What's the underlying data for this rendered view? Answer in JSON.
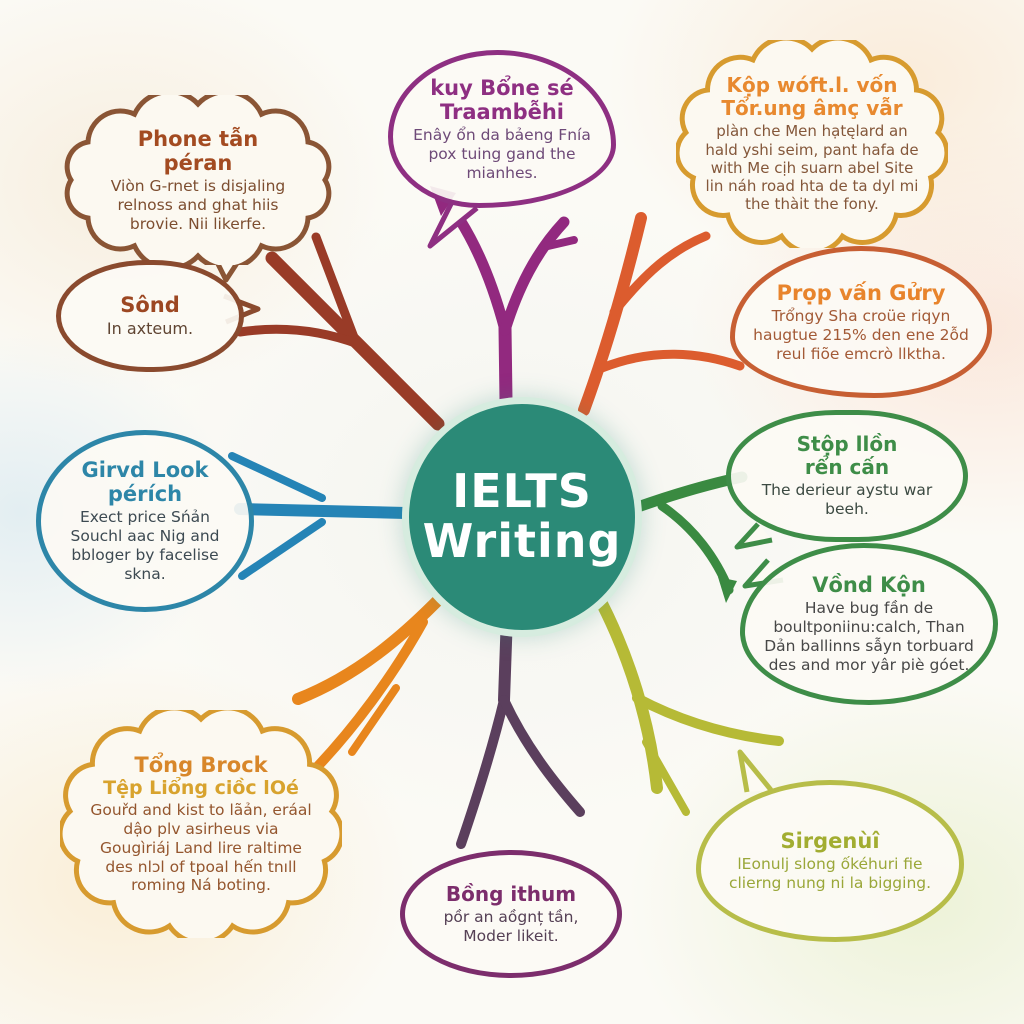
{
  "center": {
    "title_line1": "IELTS",
    "title_line2": "Writing",
    "bg_color": "#2b8a77",
    "ring_color": "#d6ecdf"
  },
  "bubbles": [
    {
      "id": "phone-tan",
      "shape": "cloud",
      "outline": "#8a5535",
      "title": "Phone tẫn",
      "subtitle": "péran",
      "body": "Viòn G-rnet is disjaling relnoss and ghat hiis brovie. Nii likerfe."
    },
    {
      "id": "kuy-bone",
      "shape": "oval",
      "outline": "#8e2f82",
      "title": "kuy Bổne sé",
      "subtitle": "Traambễhi",
      "body": "Enây ổn da bảeng Fnía pox tuing gand the mianhes."
    },
    {
      "id": "kop-woft",
      "shape": "cloud",
      "outline": "#d79b2f",
      "title": "Kộp wóft.l. vốn",
      "subtitle": "Tổr.ung âmç vẫr",
      "body": "plàn che Men hạtęlard an hald yshi seim, pant hafa de with Me cịh suarn abel Site lin náh road hta de ta dyl mi the thàit the fony."
    },
    {
      "id": "prop-van",
      "shape": "blob",
      "outline": "#c75f33",
      "title": "Prọp vấn Gửry",
      "subtitle": "",
      "body": "Trổngy Sha croüe riqyn haugtue 215% den ene 2ỗd reul fiõe emcrò llktha."
    },
    {
      "id": "stop-llon",
      "shape": "oval",
      "outline": "#3e8d48",
      "title": "Stộp llồn",
      "subtitle": "rển cấn",
      "body": "The derieur aystu war beeh."
    },
    {
      "id": "vond-kon",
      "shape": "oval",
      "outline": "#3e8d48",
      "title": "Vồnd Kộn",
      "subtitle": "",
      "body": "Have bug fần de boultponiinu:calch, Than Dản ballinns sẫyn torbuard des and mor yâr piè góet."
    },
    {
      "id": "sond",
      "shape": "oval",
      "outline": "#8a4a2e",
      "title": "Sônd",
      "subtitle": "",
      "body": "In axteum."
    },
    {
      "id": "girvd-look",
      "shape": "circle",
      "outline": "#2d86a8",
      "title": "Girvd Look",
      "subtitle": "pérích",
      "body": "Exect price Sńản Souchl aac Nig and bbloger by facelise skna."
    },
    {
      "id": "tong-brock",
      "shape": "cloud",
      "outline": "#d79b2f",
      "title": "Tổng Brock",
      "subtitle": "Tệp Liổng ciồc lOé",
      "body": "Gouřd and kist to lãản, eráal dậo plv asirheus via Gougìriáj Land lire raltime des nlɔl of tpoal hến tnıll roming Ná boting."
    },
    {
      "id": "bong-ithum",
      "shape": "oval",
      "outline": "#7c2d6c",
      "title": "Bồng ithum",
      "subtitle": "",
      "body": "pồr an aồgnț tần, Moder likeit."
    },
    {
      "id": "sirgenui",
      "shape": "blob",
      "outline": "#b7bd49",
      "title": "Sirgenùî",
      "subtitle": "",
      "body": "lEonulj slong ốkéhuri fie clierng nung ni la bigging."
    }
  ],
  "branches": [
    {
      "name": "branch-top-left",
      "color": "#993b27"
    },
    {
      "name": "branch-top",
      "color": "#92297f"
    },
    {
      "name": "branch-top-right",
      "color": "#dc5c2e"
    },
    {
      "name": "branch-right",
      "color": "#3a8a41"
    },
    {
      "name": "branch-left",
      "color": "#2584b6"
    },
    {
      "name": "branch-bottom-left",
      "color": "#e8861d"
    },
    {
      "name": "branch-bottom",
      "color": "#5b3f5d"
    },
    {
      "name": "branch-bottom-right",
      "color": "#b6ba36"
    }
  ]
}
